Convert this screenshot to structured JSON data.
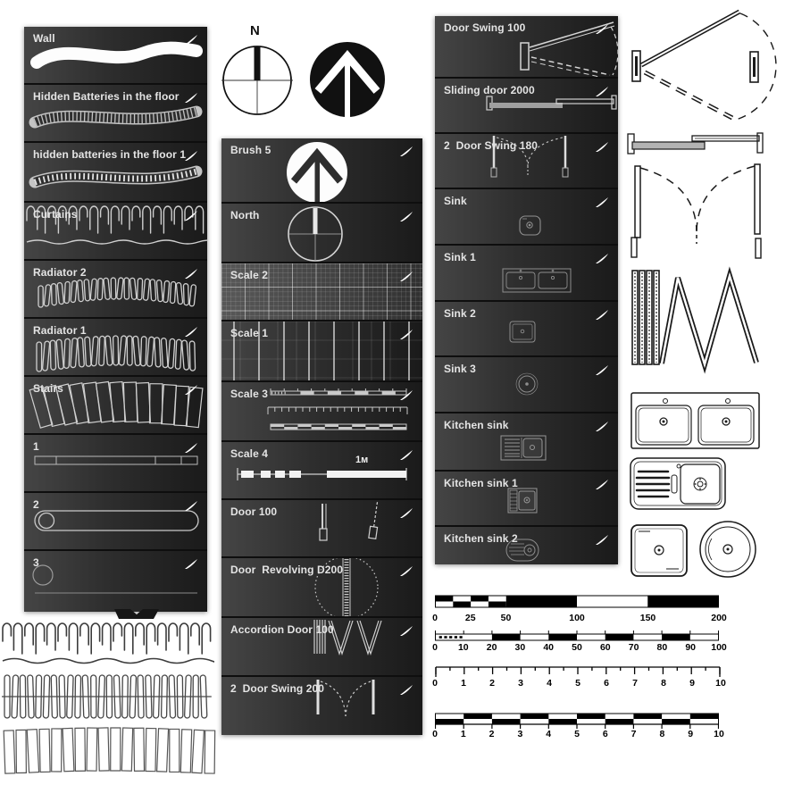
{
  "colors": {
    "panel_row_dark": "#1a1a1a",
    "panel_row_light": "#454545",
    "canvas": "#ffffff",
    "ink": "#111111",
    "thumb_stroke": "#d0d0d0"
  },
  "left_panel": {
    "items": [
      {
        "label": "Wall"
      },
      {
        "label": "Hidden Batteries in the floor"
      },
      {
        "label": "hidden batteries in the floor 1"
      },
      {
        "label": "Curtains"
      },
      {
        "label": "Radiator 2"
      },
      {
        "label": "Radiator 1"
      },
      {
        "label": "Stairs"
      },
      {
        "label": "1"
      },
      {
        "label": "2"
      },
      {
        "label": "3"
      }
    ]
  },
  "middle_panel": {
    "items": [
      {
        "label": "Brush 5"
      },
      {
        "label": "North"
      },
      {
        "label": "Scale 2"
      },
      {
        "label": "Scale 1"
      },
      {
        "label": "Scale 3"
      },
      {
        "label": "Scale 4"
      },
      {
        "label": "Door 100"
      },
      {
        "label": "Door  Revolving D200"
      },
      {
        "label": "Accordion Door 100"
      },
      {
        "label": "2  Door Swing 200"
      }
    ]
  },
  "right_panel": {
    "items": [
      {
        "label": "Door Swing 100"
      },
      {
        "label": "Sliding door 2000"
      },
      {
        "label": "2  Door Swing 180"
      },
      {
        "label": "Sink"
      },
      {
        "label": "Sink 1"
      },
      {
        "label": "Sink 2"
      },
      {
        "label": "Sink 3"
      },
      {
        "label": "Kitchen sink"
      },
      {
        "label": "Kitchen sink 1"
      },
      {
        "label": "Kitchen sink 2"
      }
    ]
  },
  "compass": {
    "label": "N"
  },
  "scale4": {
    "unit_label": "1м"
  },
  "scalebars": {
    "bar200": {
      "labels": [
        "0",
        "25",
        "50",
        "100",
        "150",
        "200"
      ]
    },
    "bar100": {
      "labels": [
        "0",
        "10",
        "20",
        "30",
        "40",
        "50",
        "60",
        "70",
        "80",
        "90",
        "100"
      ]
    },
    "ruler10": {
      "labels": [
        "0",
        "1",
        "2",
        "3",
        "4",
        "5",
        "6",
        "7",
        "8",
        "9",
        "10"
      ]
    },
    "bar10": {
      "labels": [
        "0",
        "1",
        "2",
        "3",
        "4",
        "5",
        "6",
        "7",
        "8",
        "9",
        "10"
      ]
    }
  }
}
